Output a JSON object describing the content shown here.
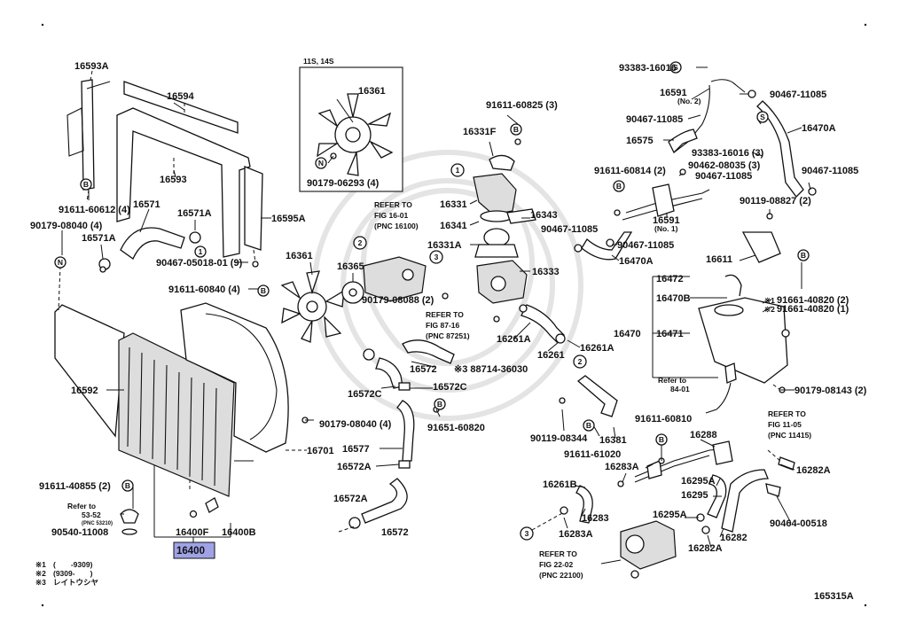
{
  "diagram": {
    "ref_code": "165315A",
    "highlight_part": "16400",
    "inset_box": {
      "header": "11S, 14S",
      "labels": [
        "16361",
        "90179-06293 (4)"
      ]
    },
    "legend": [
      {
        "mark": "※1",
        "text": "(　　-9309)"
      },
      {
        "mark": "※2",
        "text": "(9309-　　)"
      },
      {
        "mark": "※3",
        "text": "レイトウシヤ"
      }
    ],
    "labels": {
      "l16593A": "16593A",
      "l16594": "16594",
      "l16593": "16593",
      "l91611_60612": "91611-60612 (4)",
      "l16571": "16571",
      "l16571A_1": "16571A",
      "l16595A": "16595A",
      "l90179_08040_4": "90179-08040 (4)",
      "l16571A_2": "16571A",
      "l90467_05018": "90467-05018-01 (9)",
      "l16361": "16361",
      "l16365": "16365",
      "l91611_60840": "91611-60840 (4)",
      "l90179_08088": "90179-08088 (2)",
      "l16592": "16592",
      "l16572": "16572",
      "l388714": "※3 88714-36030",
      "l16572C_1": "16572C",
      "l16572C_2": "16572C",
      "l90179_08040_b": "90179-08040 (4)",
      "l91651_60820": "91651-60820",
      "l16701": "16701",
      "l16577": "16577",
      "l16572A_1": "16572A",
      "l16572A_2": "16572A",
      "l16572_b": "16572",
      "l91611_40855": "91611-40855 (2)",
      "l16400F": "16400F",
      "l16400B": "16400B",
      "l90540": "90540-11008",
      "l91611_60825": "91611-60825 (3)",
      "l16331F": "16331F",
      "l16331": "16331",
      "l16341": "16341",
      "l16343": "16343",
      "l16331A": "16331A",
      "l16333": "16333",
      "l90467_11085_a": "90467-11085",
      "l16261A_1": "16261A",
      "l16261": "16261",
      "l16261A_2": "16261A",
      "l93383_16016_a": "93383-16016",
      "l16591_a": "16591",
      "l90467_11085_b": "90467-11085",
      "l90467_11085_c": "90467-11085",
      "l16575": "16575",
      "l16470A_a": "16470A",
      "l93383_16016_b": "93383-16016 (3)",
      "l91611_60814": "91611-60814 (2)",
      "l90467_11085_d": "90467-11085",
      "l90462_08035": "90462-08035 (3)",
      "l90467_11085_e": "90467-11085",
      "l90119_08827": "90119-08827 (2)",
      "l16591_b": "16591",
      "l90467_11085_f": "90467-11085",
      "l16470A_b": "16470A",
      "l16611": "16611",
      "l16472": "16472",
      "l16470B": "16470B",
      "l91661_40820_2": "91661-40820 (2)",
      "l91661_40820_1": "91661-40820 (1)",
      "l16470": "16470",
      "l16471": "16471",
      "l90179_08143": "90179-08143 (2)",
      "l90119_08344": "90119-08344",
      "l16381": "16381",
      "l91611_61020": "91611-61020",
      "l91611_60810": "91611-60810",
      "l16288": "16288",
      "l16283A_a": "16283A",
      "l16295A_a": "16295A",
      "l16295": "16295",
      "l16261B": "16261B",
      "l16283": "16283",
      "l16283A_b": "16283A",
      "l16295A_b": "16295A",
      "l16282": "16282",
      "l16282A_a": "16282A",
      "l16282A_b": "16282A",
      "l90464_00518": "90464-00518",
      "l16400": "16400"
    },
    "small_labels": {
      "s16591_no2": "(No. 2)",
      "s16591_no1": "(No. 1)",
      "s_pnc53210": "(PNC 53210)"
    },
    "refer_notes": {
      "r16_01": [
        "REFER TO",
        "FIG 16-01",
        "(PNC 16100)"
      ],
      "r87_16": [
        "REFER TO",
        "FIG 87-16",
        "(PNC 87251)"
      ],
      "r11_05": [
        "REFER TO",
        "FIG 11-05",
        "(PNC 11415)"
      ],
      "r22_02": [
        "REFER TO",
        "FIG 22-02",
        "(PNC 22100)"
      ],
      "r84_01": [
        "Refer to",
        "84-01"
      ],
      "r53_52": [
        "Refer to",
        "53-52"
      ]
    },
    "markers": {
      "circles_numbered": [
        "1",
        "2",
        "3"
      ],
      "marker_N": "N",
      "marker_B": "B",
      "marker_S": "S"
    }
  }
}
